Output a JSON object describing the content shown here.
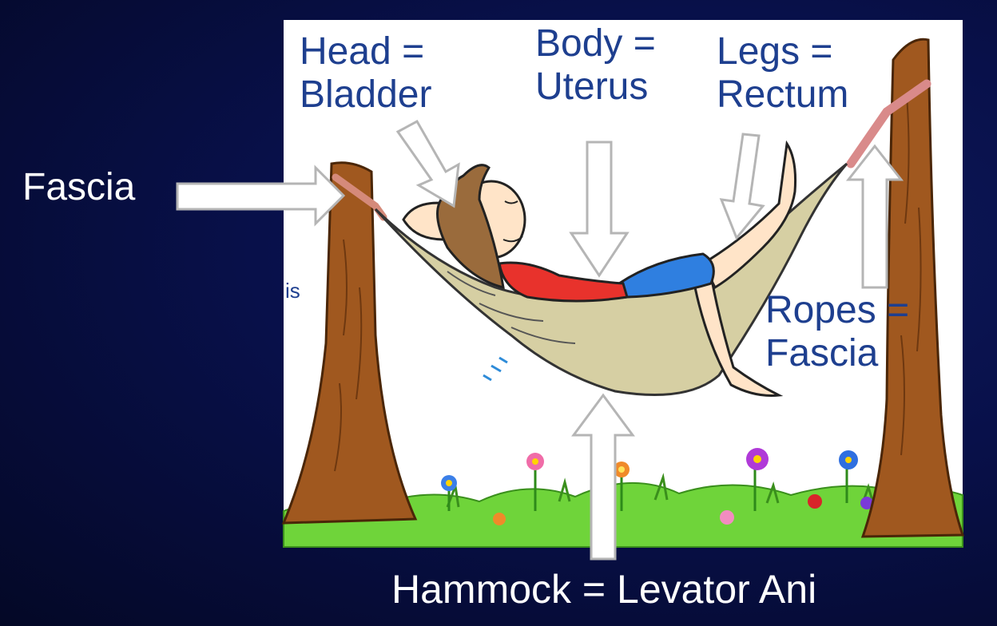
{
  "labels": {
    "fascia_left": "Fascia",
    "head": [
      "Head =",
      "Bladder"
    ],
    "body": [
      "Body =",
      "Uterus"
    ],
    "legs": [
      "Legs =",
      "Rectum"
    ],
    "ropes": [
      "Ropes =",
      "Fascia"
    ],
    "hammock": "Hammock = Levator Ani",
    "edge_fragment_left": "is"
  },
  "colors": {
    "background": "#08104a",
    "label_dark": "#1e3f8f",
    "label_light": "#ffffff",
    "tree": "#a0581f",
    "hammock": "#d6cfa3",
    "shirt": "#e8322c",
    "shorts": "#2f7fe0",
    "hair": "#9a6b3c",
    "grass": "#6fd43a"
  },
  "icons": [
    "arrow-right-icon",
    "arrow-down-icon",
    "arrow-up-icon",
    "flower-icon",
    "tree-icon"
  ]
}
